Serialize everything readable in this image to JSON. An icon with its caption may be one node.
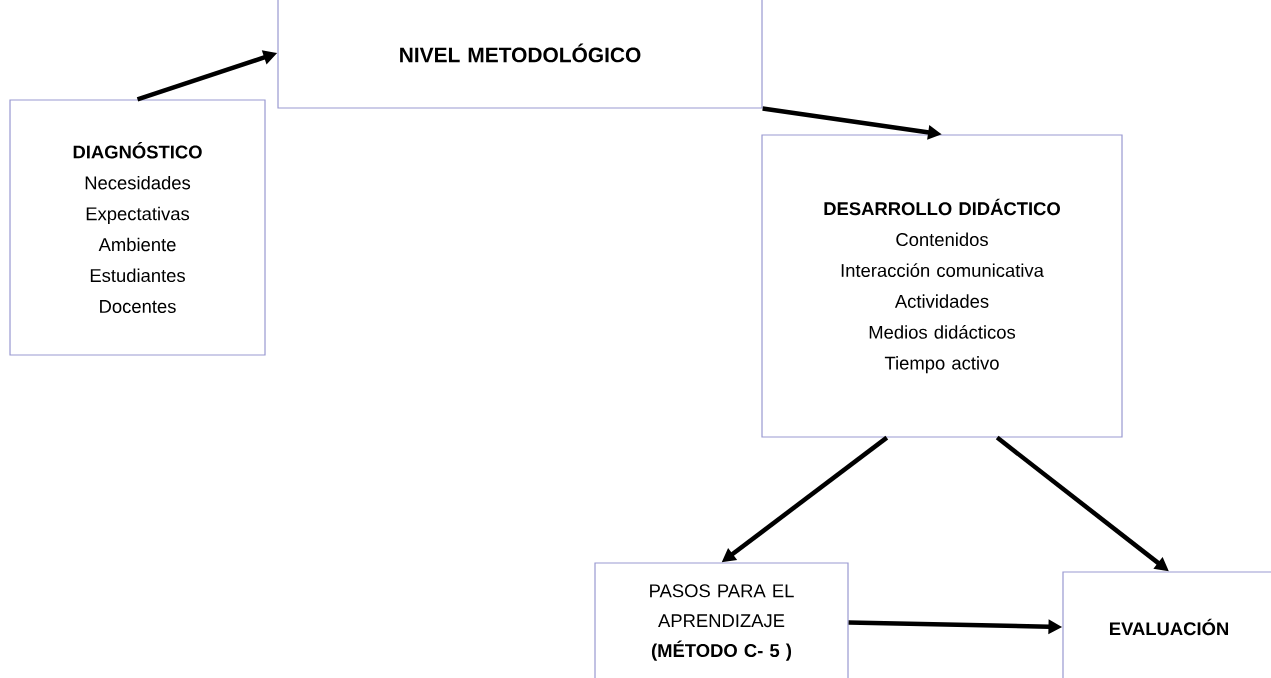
{
  "diagram": {
    "nodes": [
      {
        "text": [
          "NIVEL METODOLÓGICO"
        ]
      },
      {
        "text": [
          "DIAGNÓSTICO",
          "Necesidades",
          "Expectativas",
          "Ambiente",
          "Estudiantes",
          "Docentes"
        ]
      },
      {
        "text": [
          "DESARROLLO DIDÁCTICO",
          "Contenidos",
          "Interacción comunicativa",
          "Actividades",
          "Medios didácticos",
          "Tiempo activo"
        ]
      },
      {
        "text": [
          "PASOS PARA EL APRENDIZAJE",
          "(MÉTODO C- 5 )"
        ]
      },
      {
        "text": [
          "EVALUACIÓN"
        ]
      }
    ],
    "edges": [
      {
        "from": 1,
        "to": 0,
        "arrow": "to"
      },
      {
        "from": 0,
        "to": 2,
        "arrow": "to"
      },
      {
        "from": 2,
        "to": 3,
        "arrow": "to"
      },
      {
        "from": 2,
        "to": 4,
        "arrow": "to"
      },
      {
        "from": 3,
        "to": 4,
        "arrow": "to"
      }
    ]
  }
}
